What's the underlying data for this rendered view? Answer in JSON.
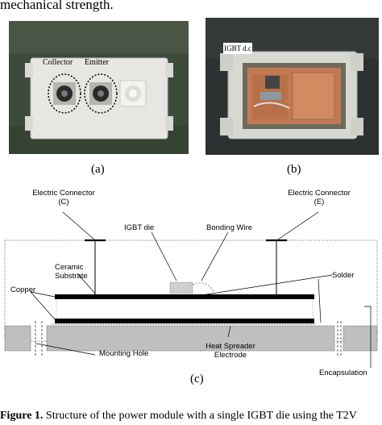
{
  "intro_text": "mechanical strength.",
  "photo_a": {
    "label_collector": "Collector",
    "label_emitter": "Emitter"
  },
  "photo_b": {
    "label": "IGBT d.c"
  },
  "captions": {
    "a": "(a)",
    "b": "(b)",
    "c": "(c)"
  },
  "diagram_labels": {
    "electric_connector_left": "Electric Connector",
    "electric_connector_left_sub": "(C)",
    "electric_connector_right": "Electric Connector",
    "electric_connector_right_sub": "(E)",
    "igbt_die": "IGBT die",
    "bonding_wire": "Bonding Wire",
    "ceramic_substrate_1": "Ceramic",
    "ceramic_substrate_2": "Substrate",
    "solder": "Solder",
    "copper": "Copper",
    "mounting_hole": "Mounting Hole",
    "heat_spreader_1": "Heat Spreader",
    "heat_spreader_2": "Electrode",
    "encapsulation": "Encapsulation"
  },
  "figure_caption": {
    "label": "Figure 1.",
    "text": " Structure of the power module with a single IGBT die using the T2V"
  },
  "colors": {
    "photo_a_bg": "#3e4a3b",
    "photo_b_bg": "#2c3132",
    "copper": "#c27a52",
    "module_white": "#e6e6e3"
  }
}
